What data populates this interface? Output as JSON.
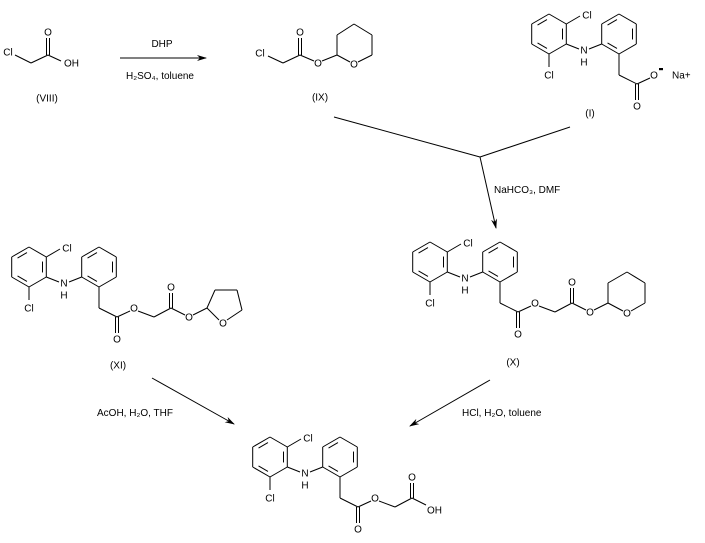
{
  "colors": {
    "ink": "#000000",
    "background": "#ffffff"
  },
  "compounds": {
    "VIII": {
      "label": "(VIII)",
      "atoms": {
        "cl": "Cl",
        "o": "O",
        "oh": "OH"
      }
    },
    "IX": {
      "label": "(IX)",
      "atoms": {
        "cl": "Cl",
        "o_carbonyl": "O",
        "o_ester": "O",
        "o_ring": "O"
      }
    },
    "I": {
      "label": "(I)",
      "atoms": {
        "cl1": "Cl",
        "cl2": "Cl",
        "n": "N",
        "h": "H",
        "o_carbonyl": "O",
        "o_anion": "O",
        "counterion": "Na+"
      }
    },
    "X": {
      "label": "(X)",
      "atoms": {
        "cl1": "Cl",
        "cl2": "Cl",
        "n": "N",
        "h": "H",
        "o1": "O",
        "o2": "O",
        "o3": "O",
        "o4": "O",
        "o_ring": "O"
      }
    },
    "XI": {
      "label": "(XI)",
      "atoms": {
        "cl1": "Cl",
        "cl2": "Cl",
        "n": "N",
        "h": "H",
        "o1": "O",
        "o2": "O",
        "o3": "O",
        "o4": "O",
        "o_ring": "O"
      }
    },
    "product": {
      "atoms": {
        "cl1": "Cl",
        "cl2": "Cl",
        "n": "N",
        "h": "H",
        "o1": "O",
        "o2": "O",
        "o3": "O",
        "oh": "OH"
      }
    }
  },
  "reactions": {
    "step1": {
      "above": "DHP",
      "below": "H₂SO₄, toluene"
    },
    "step2": {
      "conditions": "NaHCO₃, DMF"
    },
    "step3a": {
      "conditions": "AcOH, H₂O, THF"
    },
    "step3b": {
      "conditions": "HCl, H₂O, toluene"
    }
  }
}
